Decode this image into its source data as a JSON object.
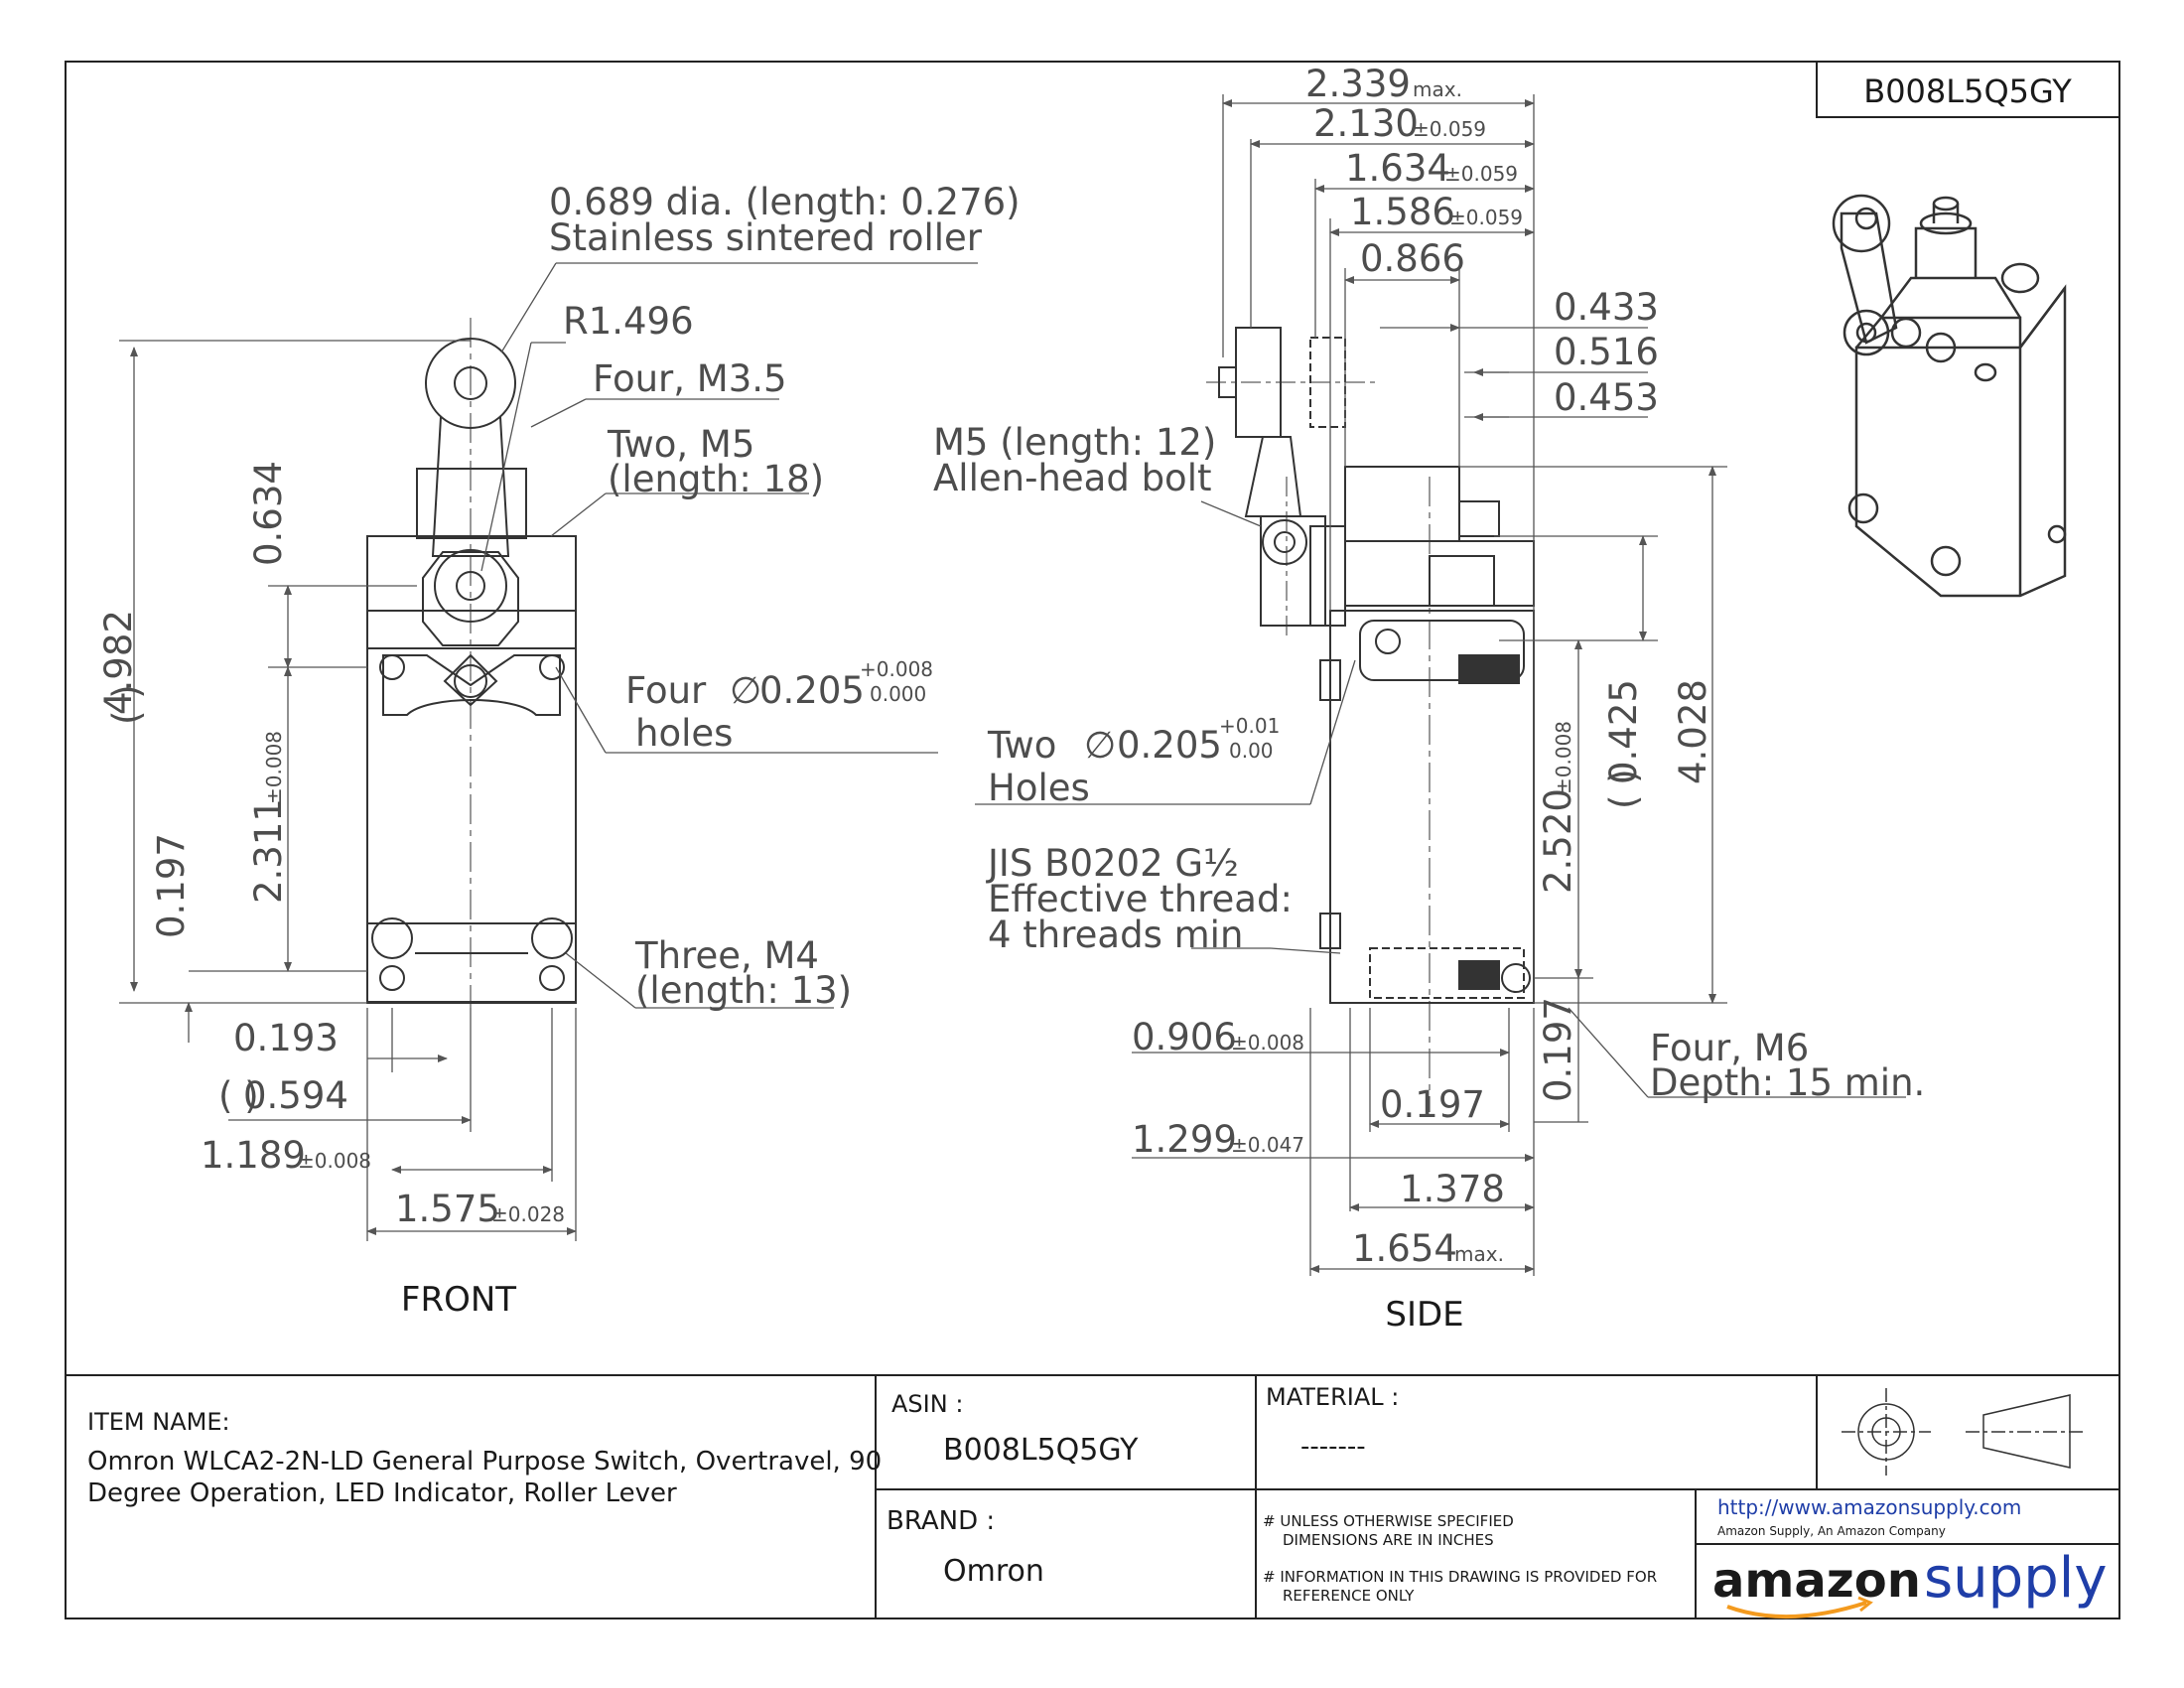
{
  "part_code_box": "B008L5Q5GY",
  "views": {
    "front": "FRONT",
    "side": "SIDE"
  },
  "front": {
    "roller_note_1": "0.689 dia. (length: 0.276)",
    "roller_note_2": "Stainless sintered roller",
    "r_label": "R1.496",
    "m35_label": "Four, M3.5",
    "m5_label_1": "Two, M5",
    "m5_label_2": "(length: 18)",
    "holes_label_1": "Four",
    "holes_dia": "0.205",
    "holes_tol_up": "+0.008",
    "holes_tol_dn": "0.000",
    "holes_label_2": "holes",
    "m4_label_1": "Three, M4",
    "m4_label_2": "(length: 13)",
    "dim_0634": "0.634",
    "dim_4982": "4.982",
    "dim_2311": "2.311",
    "dim_2311_tol": "±0.008",
    "dim_0197": "0.197",
    "dim_0193": "0.193",
    "dim_0594": "0.594",
    "dim_1189": "1.189",
    "dim_1189_tol": "±0.008",
    "dim_1575": "1.575",
    "dim_1575_tol": "±0.028"
  },
  "side": {
    "dim_2339": "2.339",
    "dim_2339_suffix": "max.",
    "dim_2130": "2.130",
    "dim_2130_tol": "±0.059",
    "dim_1634": "1.634",
    "dim_1634_tol": "±0.059",
    "dim_1586": "1.586",
    "dim_1586_tol": "±0.059",
    "dim_0866": "0.866",
    "dim_0433": "0.433",
    "dim_0516": "0.516",
    "dim_0453": "0.453",
    "m5_bolt_1": "M5 (length: 12)",
    "m5_bolt_2": "Allen-head bolt",
    "two_label": "Two",
    "two_dia": "0.205",
    "two_tol_up": "+0.01",
    "two_tol_dn": "0.00",
    "two_label_2": "Holes",
    "jis_1": "JIS B0202 G½",
    "jis_2": "Effective thread:",
    "jis_3": "4 threads min",
    "dim_2520": "2.520",
    "dim_2520_tol": "±0.008",
    "dim_0425": "0.425",
    "dim_4028": "4.028",
    "dim_0906": "0.906",
    "dim_0906_tol": "±0.008",
    "dim_0197b": "0.197",
    "dim_0197c": "0.197",
    "dim_1299": "1.299",
    "dim_1299_tol": "±0.047",
    "dim_1378": "1.378",
    "dim_1654": "1.654",
    "dim_1654_suffix": "max.",
    "m6_1": "Four, M6",
    "m6_2": "Depth: 15 min."
  },
  "title_block": {
    "item_name_label": "ITEM NAME:",
    "item_name_1": "Omron WLCA2-2N-LD General Purpose Switch, Overtravel, 90",
    "item_name_2": "Degree Operation, LED Indicator, Roller Lever",
    "asin_label": "ASIN :",
    "asin_value": "B008L5Q5GY",
    "brand_label": "BRAND :",
    "brand_value": "Omron",
    "material_label": "MATERIAL :",
    "material_value": "-------",
    "note_1a": "# UNLESS OTHERWISE SPECIFIED",
    "note_1b": "DIMENSIONS ARE IN INCHES",
    "note_2a": "# INFORMATION IN THIS DRAWING IS PROVIDED FOR",
    "note_2b": "REFERENCE ONLY",
    "url": "http://www.amazonsupply.com",
    "company": "Amazon Supply, An Amazon Company",
    "logo_a": "amazon",
    "logo_b": "supply"
  },
  "colors": {
    "line": "#222222",
    "dim": "#4d4d4d",
    "logo_blue": "#1f3ea8",
    "logo_orange": "#f39a1e"
  }
}
